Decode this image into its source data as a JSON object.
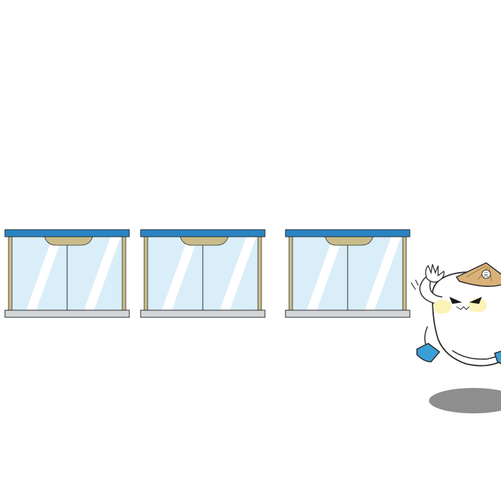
{
  "scene": {
    "background": "#ffffff",
    "doors": [
      {
        "id": "door-1"
      },
      {
        "id": "door-2"
      },
      {
        "id": "door-3"
      }
    ],
    "door_colors": {
      "header": "#2a84c4",
      "frame": "#c9bc8a",
      "glass": "#d9eef8",
      "glass_highlight": "#ffffff",
      "base": "#d3d6d8",
      "outline": "#2b2b2b"
    },
    "mascot": {
      "hat_badge": "元",
      "body": "#ffffff",
      "hat": "#d9b27a",
      "cheeks": "#fbf3b8",
      "boots": "#3a9ed6",
      "shadow": "#8e8e8e"
    }
  }
}
